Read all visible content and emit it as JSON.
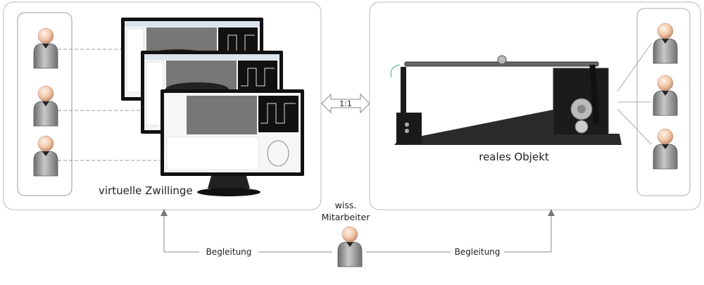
{
  "left_panel": {
    "caption": "virtuelle Zwillinge"
  },
  "right_panel": {
    "caption": "reales Objekt"
  },
  "link": {
    "label": "1:1"
  },
  "supervisor": {
    "line1": "wiss.",
    "line2": "Mitarbeiter"
  },
  "edges": {
    "left_label": "Begleitung",
    "right_label": "Begleitung"
  },
  "colors": {
    "border": "#b8b8b8",
    "person_body": "#8a8a8a",
    "person_head": "#f0c8a8",
    "device": "#2a2a2a"
  }
}
